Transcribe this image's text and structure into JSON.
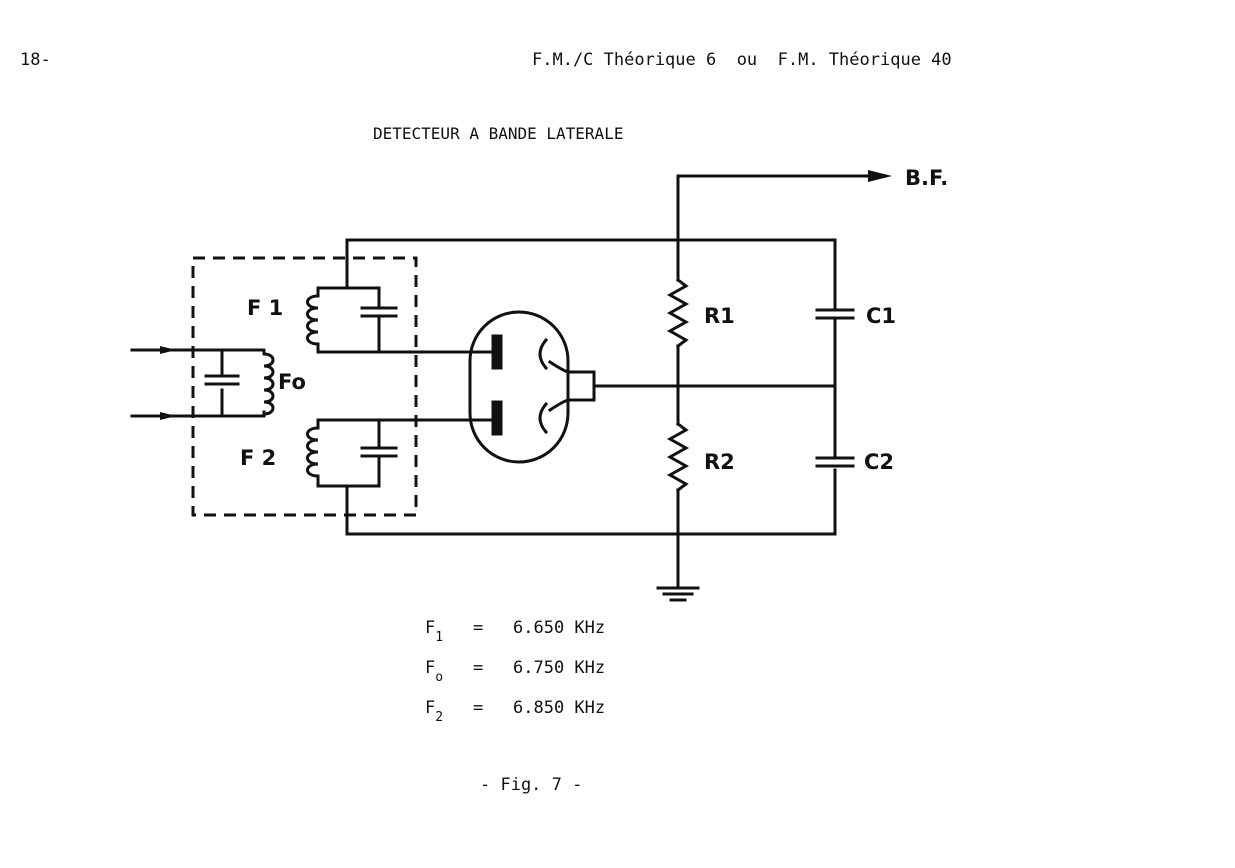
{
  "page_number": "18-",
  "header": "F.M./C Théorique 6  ou  F.M. Théorique 40",
  "title": "DETECTEUR A BANDE LATERALE",
  "labels": {
    "output": "B.F.",
    "f1": "F 1",
    "f2": "F 2",
    "fo": "Fo",
    "r1": "R1",
    "r2": "R2",
    "c1": "C1",
    "c2": "C2"
  },
  "frequencies": [
    {
      "symbol": "F",
      "sub": "1",
      "eq": "=",
      "value": "6.650 KHz"
    },
    {
      "symbol": "F",
      "sub": "o",
      "eq": "=",
      "value": "6.750 KHz"
    },
    {
      "symbol": "F",
      "sub": "2",
      "eq": "=",
      "value": "6.850 KHz"
    }
  ],
  "caption": "- Fig. 7 -"
}
